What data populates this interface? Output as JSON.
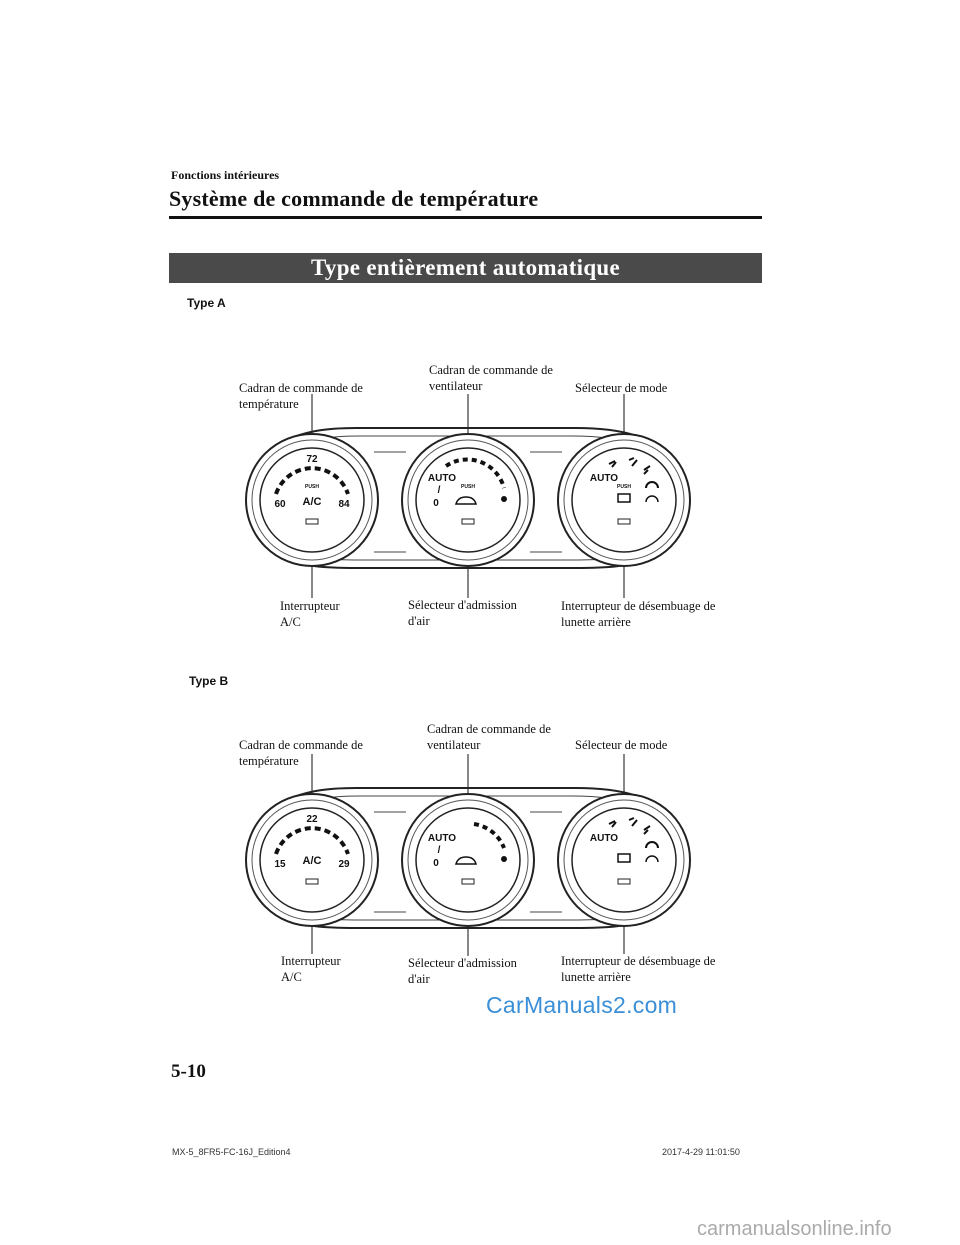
{
  "header": {
    "section": "Fonctions intérieures",
    "title": "Système de commande de température"
  },
  "band_title": "Type entièrement automatique",
  "type_a": {
    "label": "Type A",
    "callouts": {
      "temp_dial": "Cadran de commande de température",
      "fan_dial": "Cadran de commande de ventilateur",
      "mode_selector": "Sélecteur de mode",
      "ac_switch": "Interrupteur A/C",
      "air_intake": "Sélecteur d'admission d'air",
      "rear_defog": "Interrupteur de désembuage de lunette arrière"
    },
    "dial_text": {
      "temp_top": "72",
      "temp_low": "60",
      "temp_high": "84",
      "ac": "A/C",
      "push": "PUSH",
      "auto": "AUTO",
      "slash": "/",
      "zero": "0"
    }
  },
  "type_b": {
    "label": "Type B",
    "callouts": {
      "temp_dial": "Cadran de commande de température",
      "fan_dial": "Cadran de commande de ventilateur",
      "mode_selector": "Sélecteur de mode",
      "ac_switch": "Interrupteur A/C",
      "air_intake": "Sélecteur d'admission d'air",
      "rear_defog": "Interrupteur de désembuage de lunette arrière"
    },
    "dial_text": {
      "temp_top": "22",
      "temp_low": "15",
      "temp_high": "29",
      "ac": "A/C",
      "auto": "AUTO",
      "slash": "/",
      "zero": "0"
    }
  },
  "page_number": "5-10",
  "footer": {
    "left": "MX-5_8FR5-FC-16J_Edition4",
    "right": "2017-4-29 11:01:50"
  },
  "watermark": "CarManuals2.com",
  "site_watermark": "carmanualsonline.info",
  "colors": {
    "band": "#4a4a4a",
    "watermark": "#3a8fd6"
  }
}
